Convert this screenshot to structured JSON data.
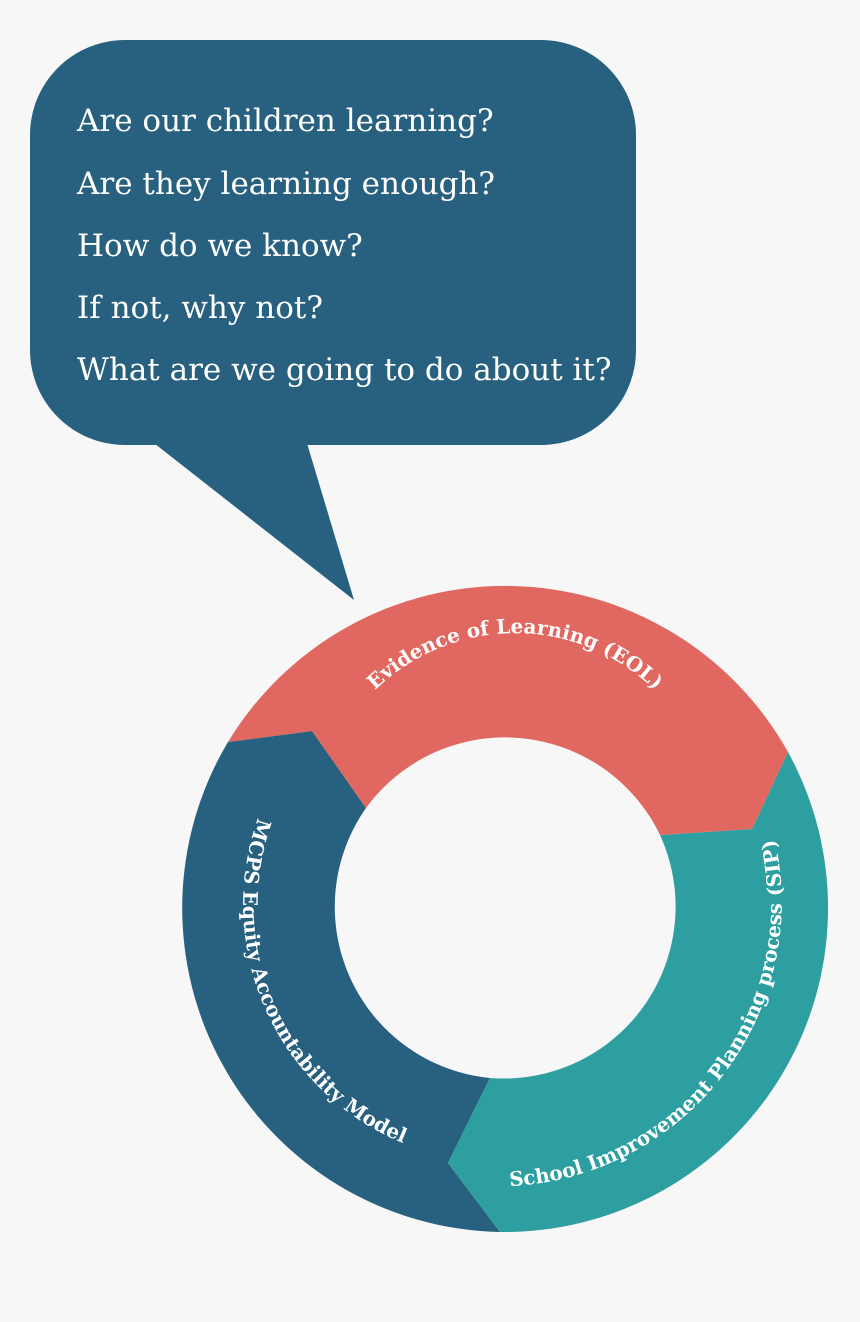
{
  "colors": {
    "background": "#f7f7f8",
    "navy": "#28607f",
    "coral": "#e06860",
    "teal": "#2e9fa1",
    "text": "#ffffff"
  },
  "speech_bubble": {
    "questions": [
      "Are our children learning?",
      "Are they learning enough?",
      "How do we know?",
      "If not, why not?",
      "What are we going to do about it?"
    ]
  },
  "cycle": {
    "segments": [
      {
        "label": "Evidence of Learning (EOL)",
        "color": "coral"
      },
      {
        "label": "School Improvement Planning process (SIP)",
        "color": "teal"
      },
      {
        "label": "MCPS Equity Accountability Model",
        "color": "navy"
      }
    ]
  }
}
